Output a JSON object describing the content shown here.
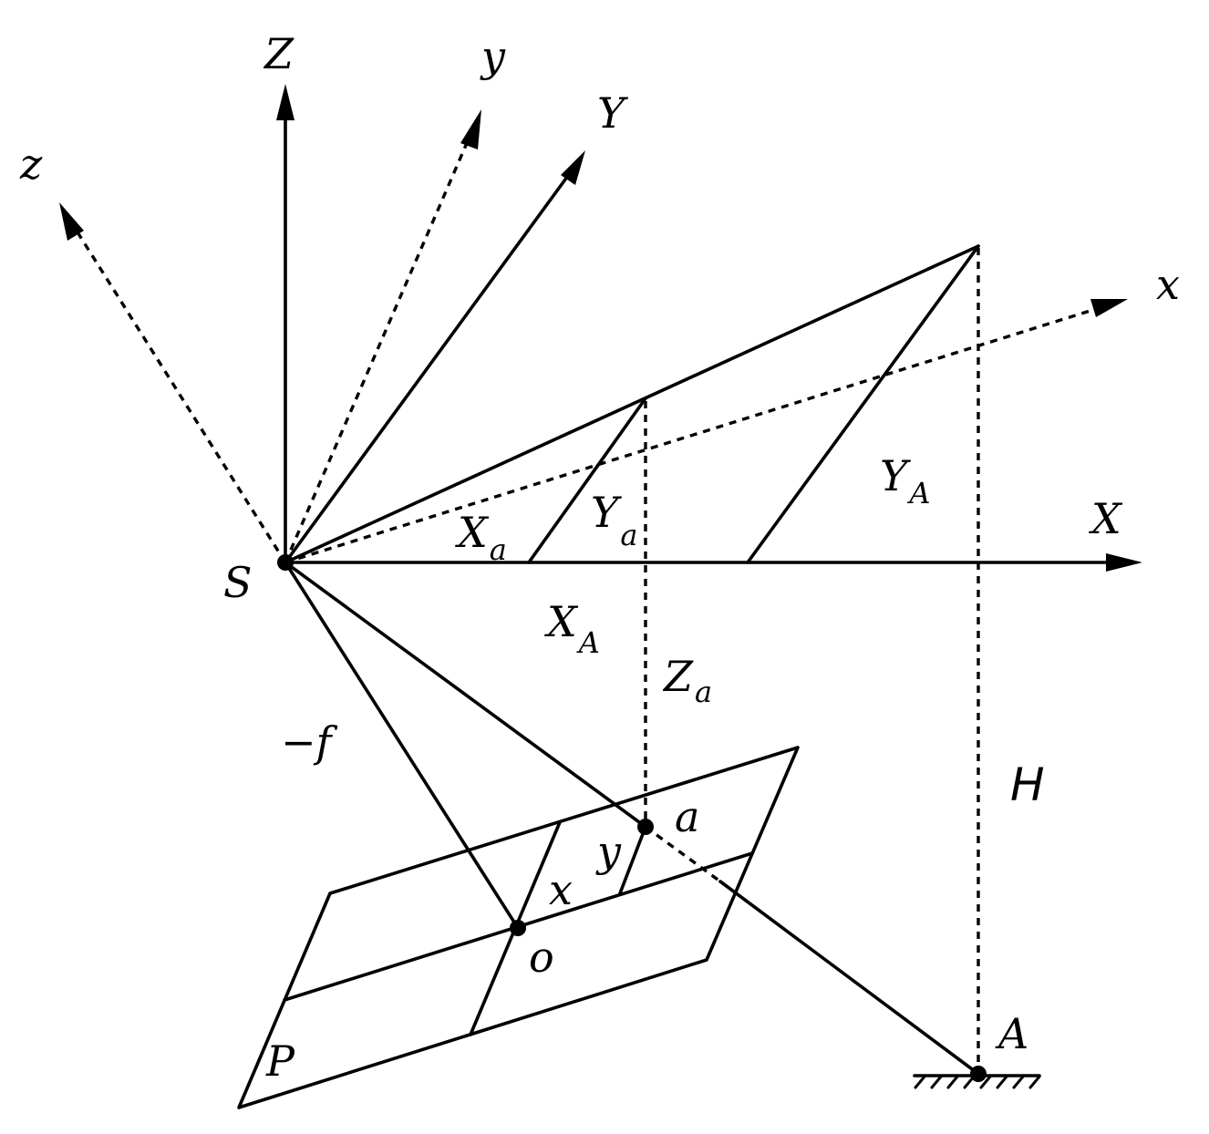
{
  "labels": {
    "Z_upper": "Z",
    "y_lower": "y",
    "Y_upper": "Y",
    "z_lower": "z",
    "x_lower": "x",
    "X_upper": "X",
    "S": "S",
    "X_a_base": "X",
    "X_a_sub": "a",
    "Y_a_base": "Y",
    "Y_a_sub": "a",
    "Y_A_base": "Y",
    "Y_A_sub": "A",
    "X_A_base": "X",
    "X_A_sub": "A",
    "Z_a_base": "Z",
    "Z_a_sub": "a",
    "neg_f": "−f",
    "H": "H",
    "a": "a",
    "y_image": "y",
    "x_image": "x",
    "o": "o",
    "P": "P",
    "A": "A"
  }
}
